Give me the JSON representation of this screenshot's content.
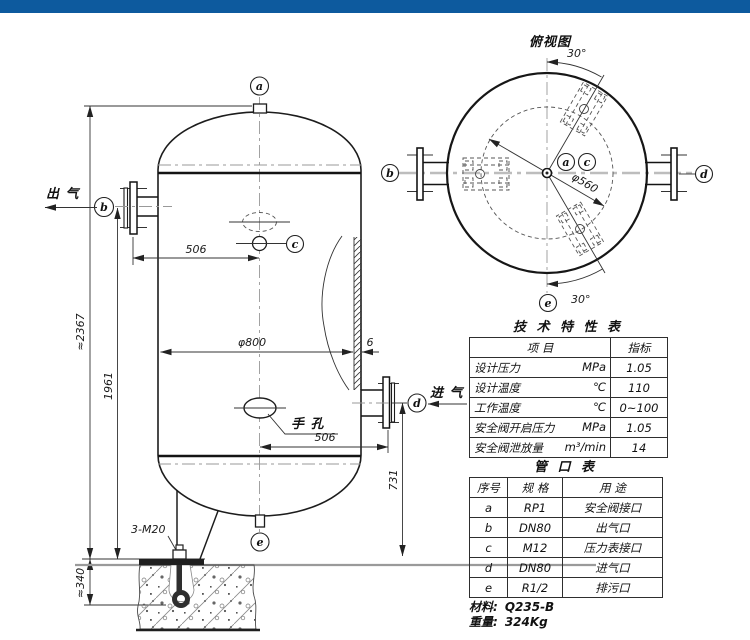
{
  "header_bar": {
    "color": "#0d5a9e"
  },
  "front_view": {
    "balloon_a": "a",
    "balloon_b": "b",
    "balloon_c": "c",
    "balloon_d": "d",
    "balloon_e": "e",
    "label_outlet": "出 气",
    "label_inlet": "进 气",
    "label_handhole": "手 孔",
    "label_anchor": "3-M20",
    "dim_total_height": "≈2367",
    "dim_body_height": "1961",
    "dim_upper_offset": "506",
    "dim_lower_offset": "506",
    "dim_inner_dia": "φ800",
    "dim_wall_thickness": "6",
    "dim_inlet_height": "731",
    "dim_foundation_depth": "≈340"
  },
  "top_view": {
    "title": "俯视图",
    "angle_top": "30°",
    "angle_bottom": "30°",
    "dim_bolt_circle": "φ560",
    "balloon_a": "a",
    "balloon_b": "b",
    "balloon_c": "c",
    "balloon_d": "d",
    "balloon_e": "e"
  },
  "tech_table": {
    "title": "技 术 特 性 表",
    "col_item": "项 目",
    "col_value": "指标",
    "rows": [
      {
        "item": "设计压力",
        "unit": "MPa",
        "value": "1.05"
      },
      {
        "item": "设计温度",
        "unit": "℃",
        "value": "110"
      },
      {
        "item": "工作温度",
        "unit": "℃",
        "value": "0~100"
      },
      {
        "item": "安全阀开启压力",
        "unit": "MPa",
        "value": "1.05"
      },
      {
        "item": "安全阀泄放量",
        "unit": "m³/min",
        "value": "14"
      }
    ]
  },
  "nozzle_table": {
    "title": "管 口 表",
    "col_no": "序号",
    "col_spec": "规 格",
    "col_use": "用 途",
    "rows": [
      {
        "no": "a",
        "spec": "RP1",
        "use": "安全阀接口"
      },
      {
        "no": "b",
        "spec": "DN80",
        "use": "出气口"
      },
      {
        "no": "c",
        "spec": "M12",
        "use": "压力表接口"
      },
      {
        "no": "d",
        "spec": "DN80",
        "use": "进气口"
      },
      {
        "no": "e",
        "spec": "R1/2",
        "use": "排污口"
      }
    ]
  },
  "notes": {
    "material_label": "材料:",
    "material_value": "Q235-B",
    "weight_label": "重量:",
    "weight_value": "324Kg"
  }
}
